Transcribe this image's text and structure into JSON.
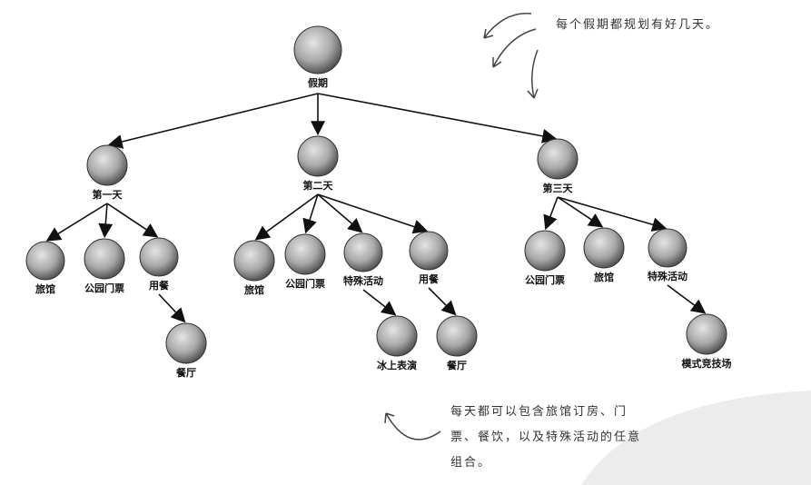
{
  "diagram": {
    "nodes": [
      {
        "id": "root",
        "label": "假期"
      },
      {
        "id": "d1",
        "label": "第一天",
        "parent": "root"
      },
      {
        "id": "d2",
        "label": "第二天",
        "parent": "root"
      },
      {
        "id": "d3",
        "label": "第三天",
        "parent": "root"
      },
      {
        "id": "d1a",
        "label": "旅馆",
        "parent": "d1"
      },
      {
        "id": "d1b",
        "label": "公园门票",
        "parent": "d1"
      },
      {
        "id": "d1c",
        "label": "用餐",
        "parent": "d1"
      },
      {
        "id": "d1c1",
        "label": "餐厅",
        "parent": "d1c"
      },
      {
        "id": "d2a",
        "label": "旅馆",
        "parent": "d2"
      },
      {
        "id": "d2b",
        "label": "公园门票",
        "parent": "d2"
      },
      {
        "id": "d2c",
        "label": "特殊活动",
        "parent": "d2"
      },
      {
        "id": "d2c1",
        "label": "冰上表演",
        "parent": "d2c"
      },
      {
        "id": "d2d",
        "label": "用餐",
        "parent": "d2"
      },
      {
        "id": "d2d1",
        "label": "餐厅",
        "parent": "d2d"
      },
      {
        "id": "d3a",
        "label": "公园门票",
        "parent": "d3"
      },
      {
        "id": "d3b",
        "label": "旅馆",
        "parent": "d3"
      },
      {
        "id": "d3c",
        "label": "特殊活动",
        "parent": "d3"
      },
      {
        "id": "d3c1",
        "label": "模式竞技场",
        "parent": "d3c"
      }
    ]
  },
  "annotations": {
    "top": "每个假期都规划有好几天。",
    "bottom": "每天都可以包含旅馆订房、门票、餐饮，以及特殊活动的任意组合。"
  },
  "colors": {
    "node": "#9a9a9a",
    "line": "#111111",
    "watermark": "#ececec"
  }
}
